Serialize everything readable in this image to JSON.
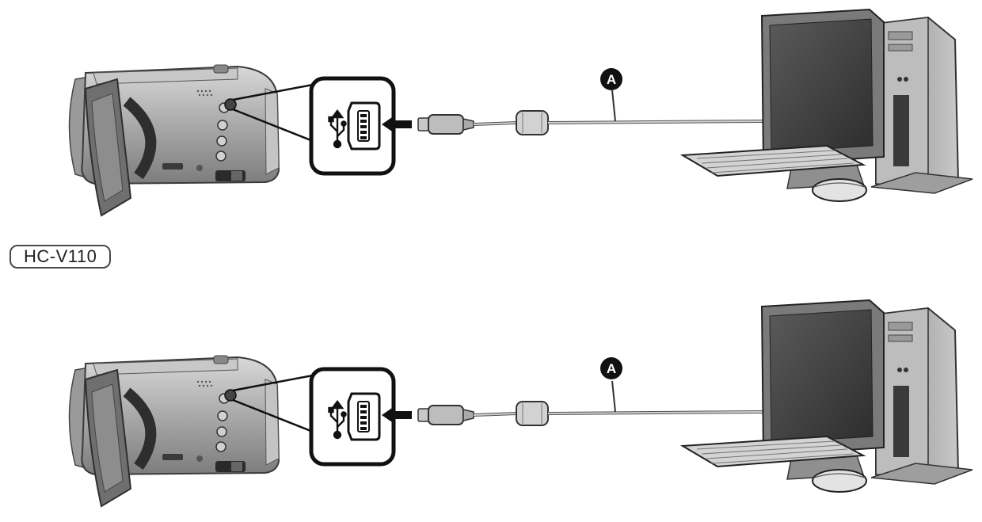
{
  "model_label": "HC-V110",
  "callout_letter": "A",
  "rows": [
    {
      "id": "row-1",
      "callout": "A"
    },
    {
      "id": "row-2",
      "callout": "A"
    }
  ]
}
